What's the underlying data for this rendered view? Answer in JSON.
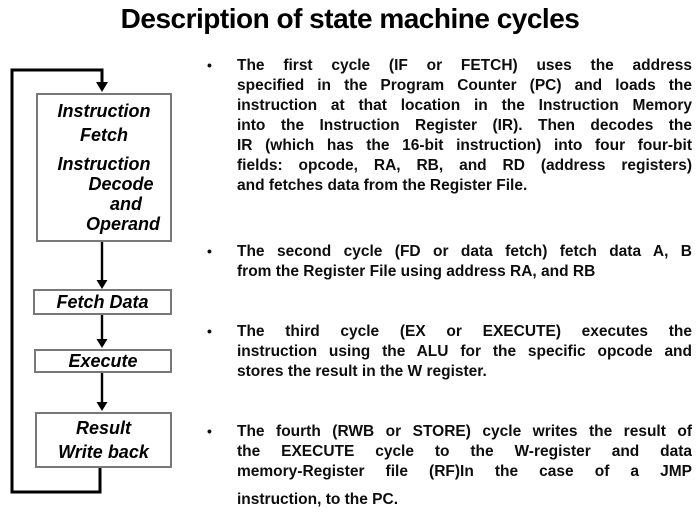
{
  "title": "Description of state machine cycles",
  "colors": {
    "background": "#ffffff",
    "text": "#000000",
    "box_border": "#787878",
    "arrow_line": "#000000"
  },
  "flowchart": {
    "box1": {
      "lines": [
        "Instruction",
        "Fetch",
        "Instruction",
        "Decode",
        "and",
        "Operand"
      ]
    },
    "box2": {
      "label": "Fetch Data"
    },
    "box3": {
      "label": "Execute"
    },
    "box4": {
      "lines": [
        "Result",
        "Write back"
      ]
    }
  },
  "bullets": [
    {
      "marker": "•",
      "lines": [
        "The first cycle (IF or FETCH) uses the address",
        "specified in the Program Counter (PC) and loads the",
        "instruction at that location in the Instruction Memory",
        "into the Instruction Register (IR). Then decodes the",
        "IR (which has the 16-bit instruction) into four four-bit",
        "fields: opcode, RA, RB, and RD (address registers)",
        "and fetches data from the Register File."
      ]
    },
    {
      "marker": "•",
      "lines": [
        "The second cycle (FD or data fetch) fetch data A, B",
        "from the Register File using address RA, and RB"
      ]
    },
    {
      "marker": "•",
      "lines": [
        "The third cycle (EX or EXECUTE) executes the",
        "instruction using the ALU for the specific opcode and",
        "stores the result in the W register."
      ]
    },
    {
      "marker": "•",
      "lines": [
        "The fourth (RWB or STORE) cycle writes the result of",
        "the EXECUTE cycle to the W-register and data",
        "memory-Register file (RF)In the case of a JMP",
        "instruction, to the PC."
      ]
    }
  ]
}
